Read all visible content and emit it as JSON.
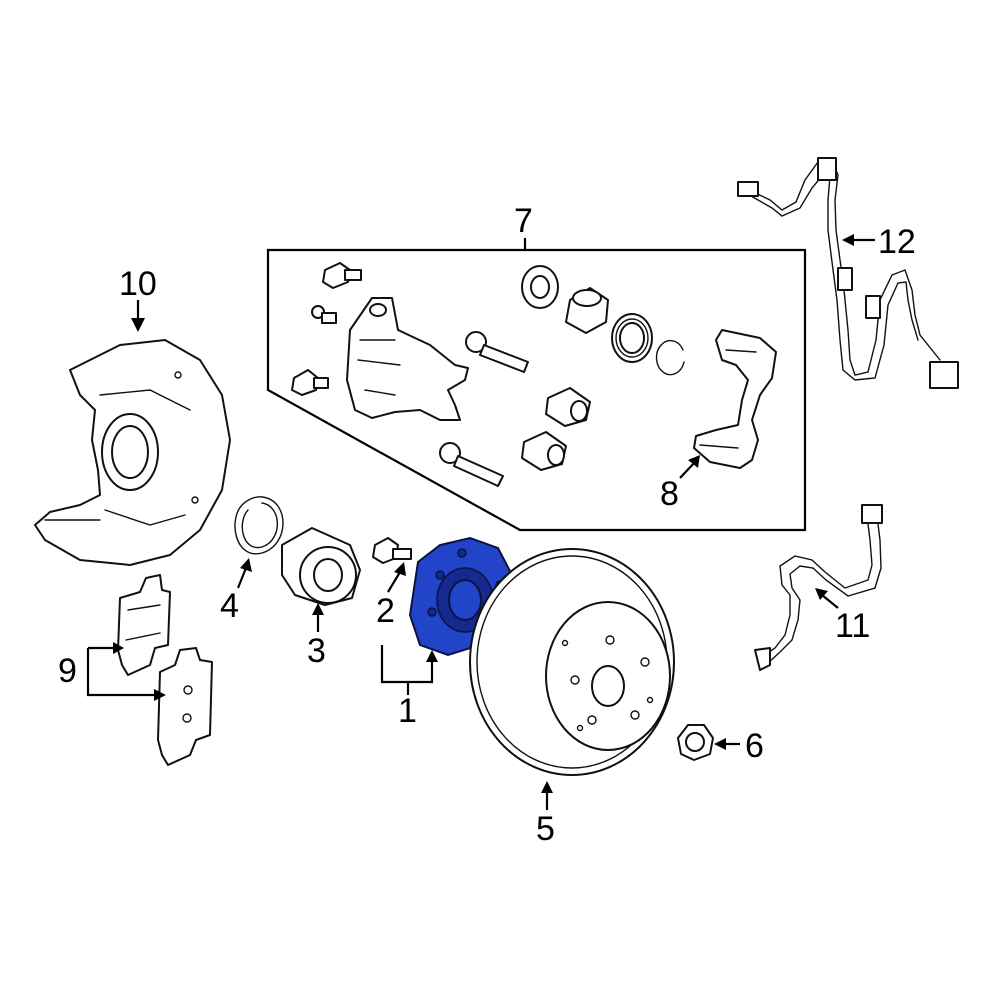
{
  "callouts": {
    "c1": "1",
    "c2": "2",
    "c3": "3",
    "c4": "4",
    "c5": "5",
    "c6": "6",
    "c7": "7",
    "c8": "8",
    "c9": "9",
    "c10": "10",
    "c11": "11",
    "c12": "12"
  },
  "highlight_color": "#2244c8"
}
